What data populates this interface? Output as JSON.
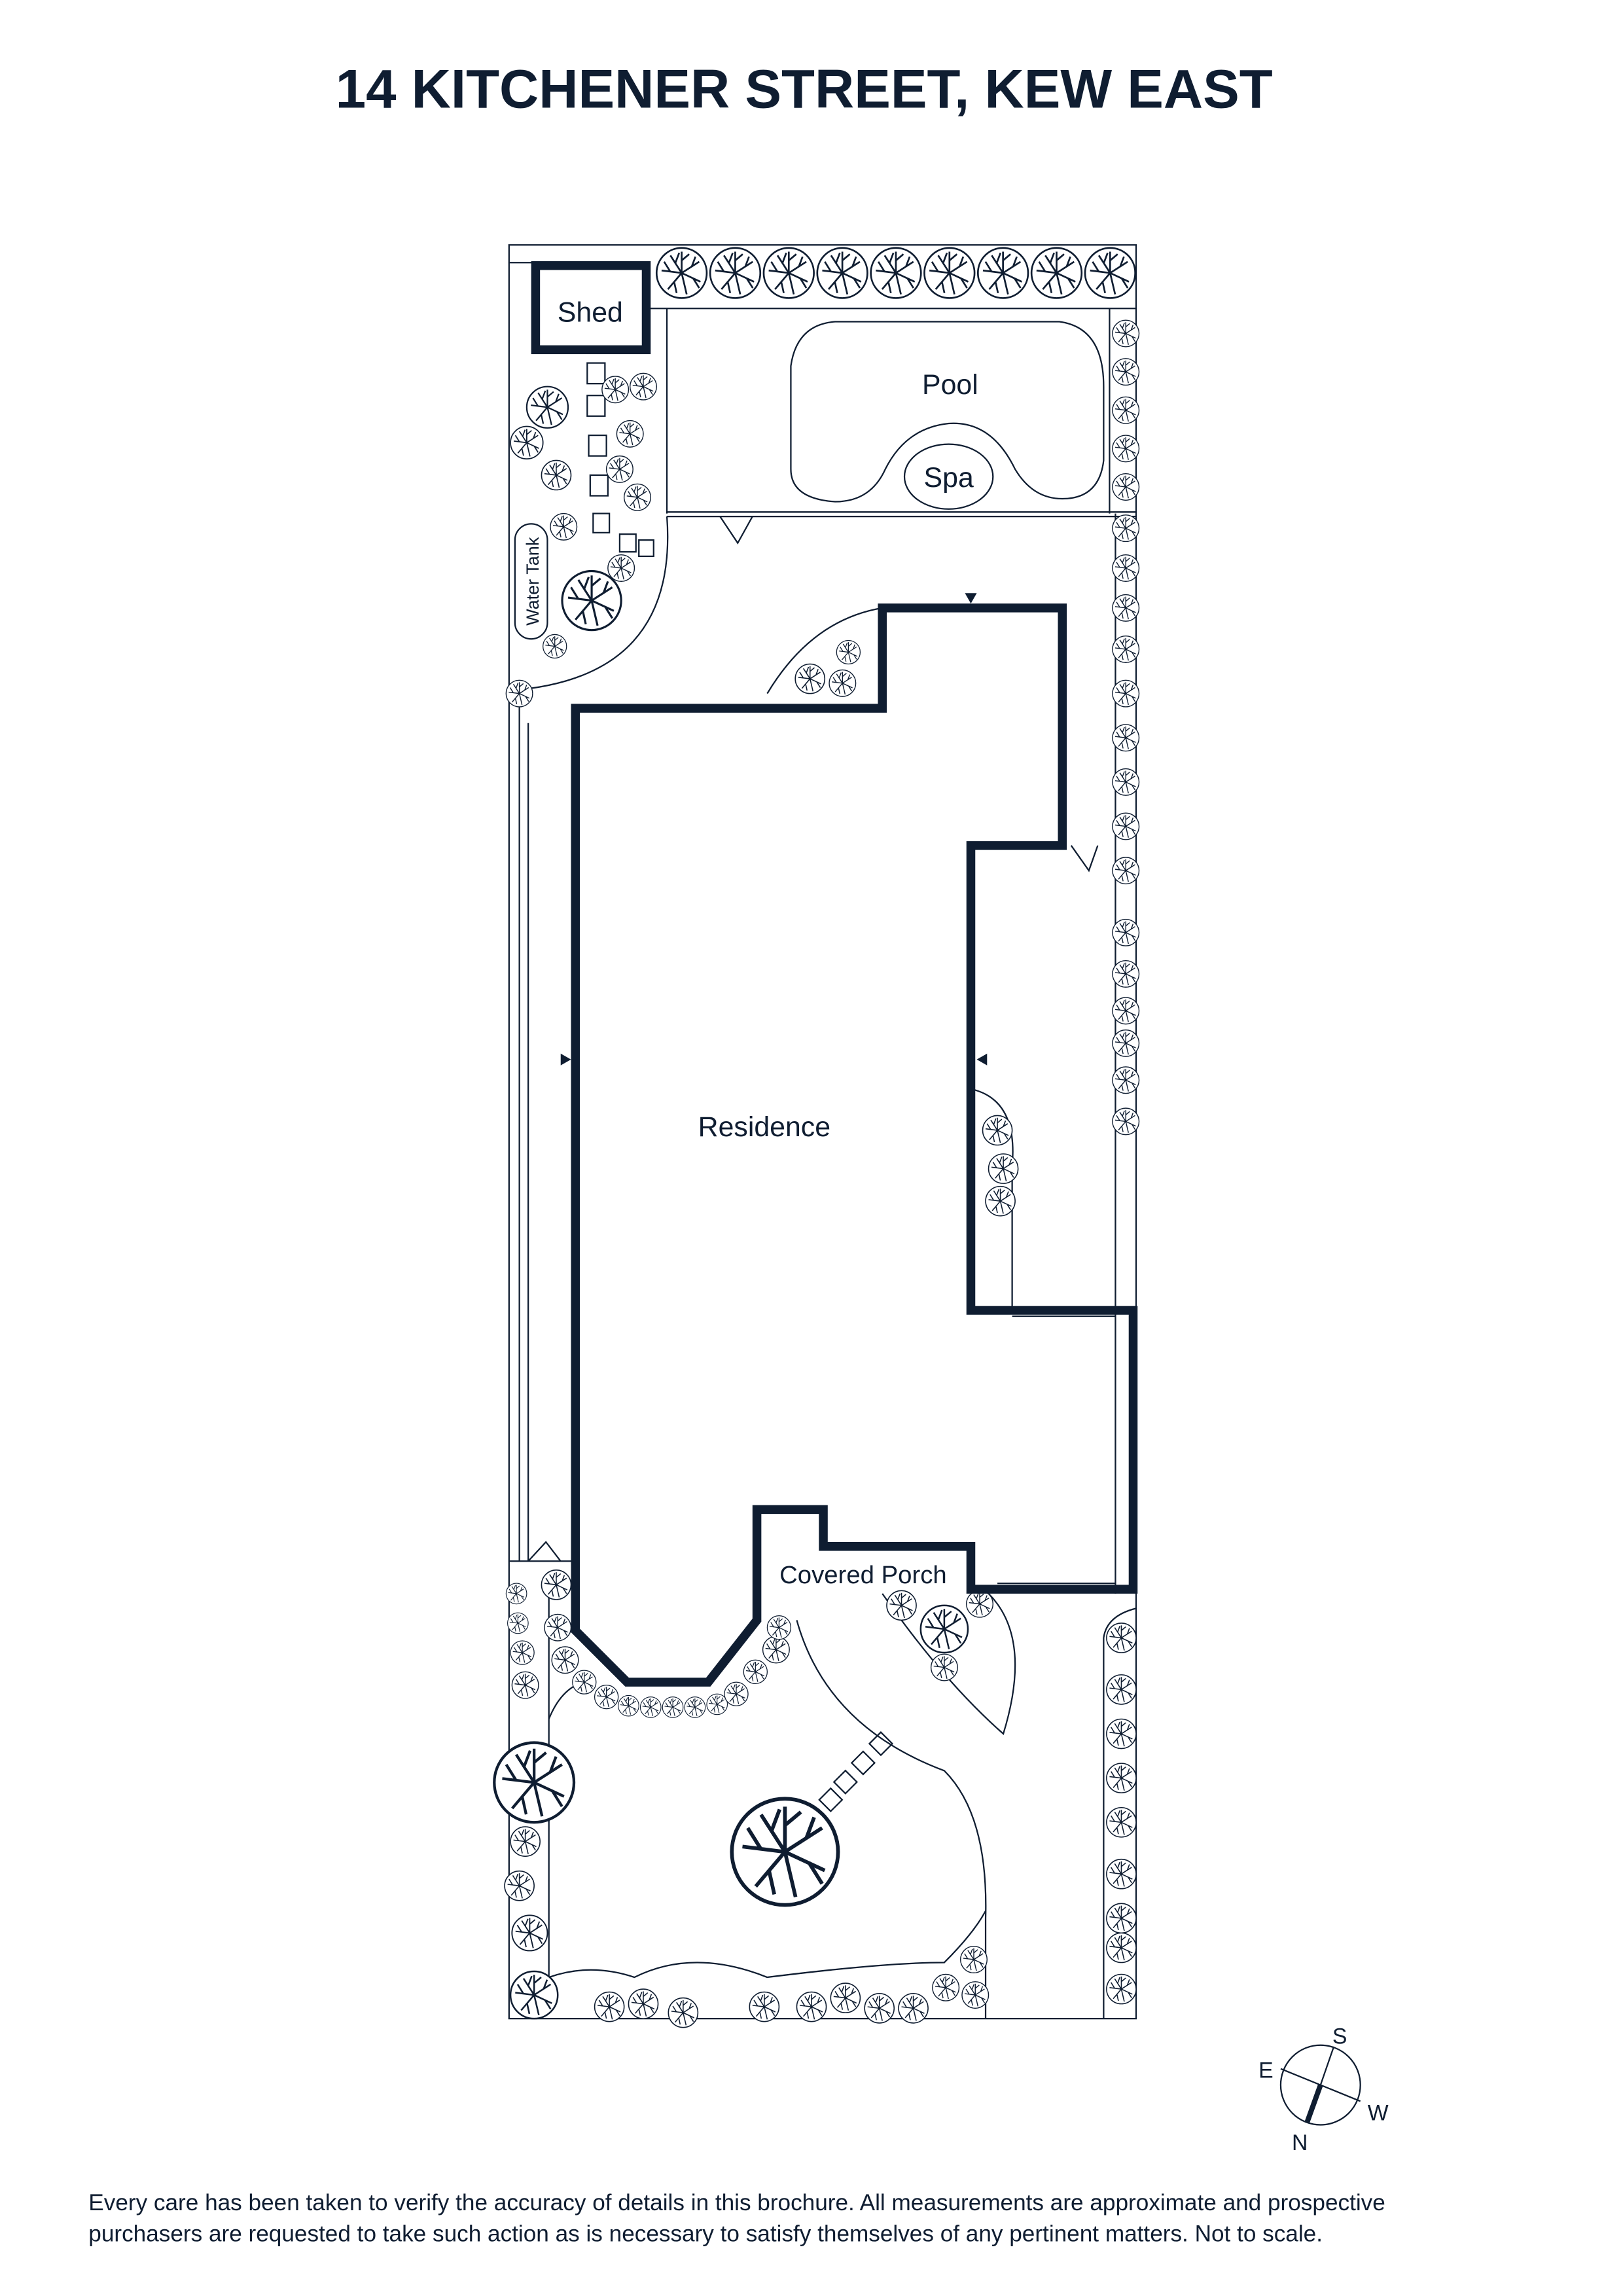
{
  "title": "14 KITCHENER STREET, KEW EAST",
  "labels": {
    "shed": "Shed",
    "pool": "Pool",
    "spa": "Spa",
    "water_tank": "Water Tank",
    "residence": "Residence",
    "covered_porch": "Covered Porch"
  },
  "compass": {
    "n": "N",
    "s": "S",
    "e": "E",
    "w": "W"
  },
  "disclaimer": {
    "line1": "Every care has been taken to verify the accuracy of details in this brochure. All measurements are approximate and prospective",
    "line2": "purchasers are requested to take such action as is necessary to satisfy themselves of any pertinent matters. Not to scale."
  },
  "colors": {
    "ink": "#0f1d31",
    "background": "#ffffff"
  }
}
